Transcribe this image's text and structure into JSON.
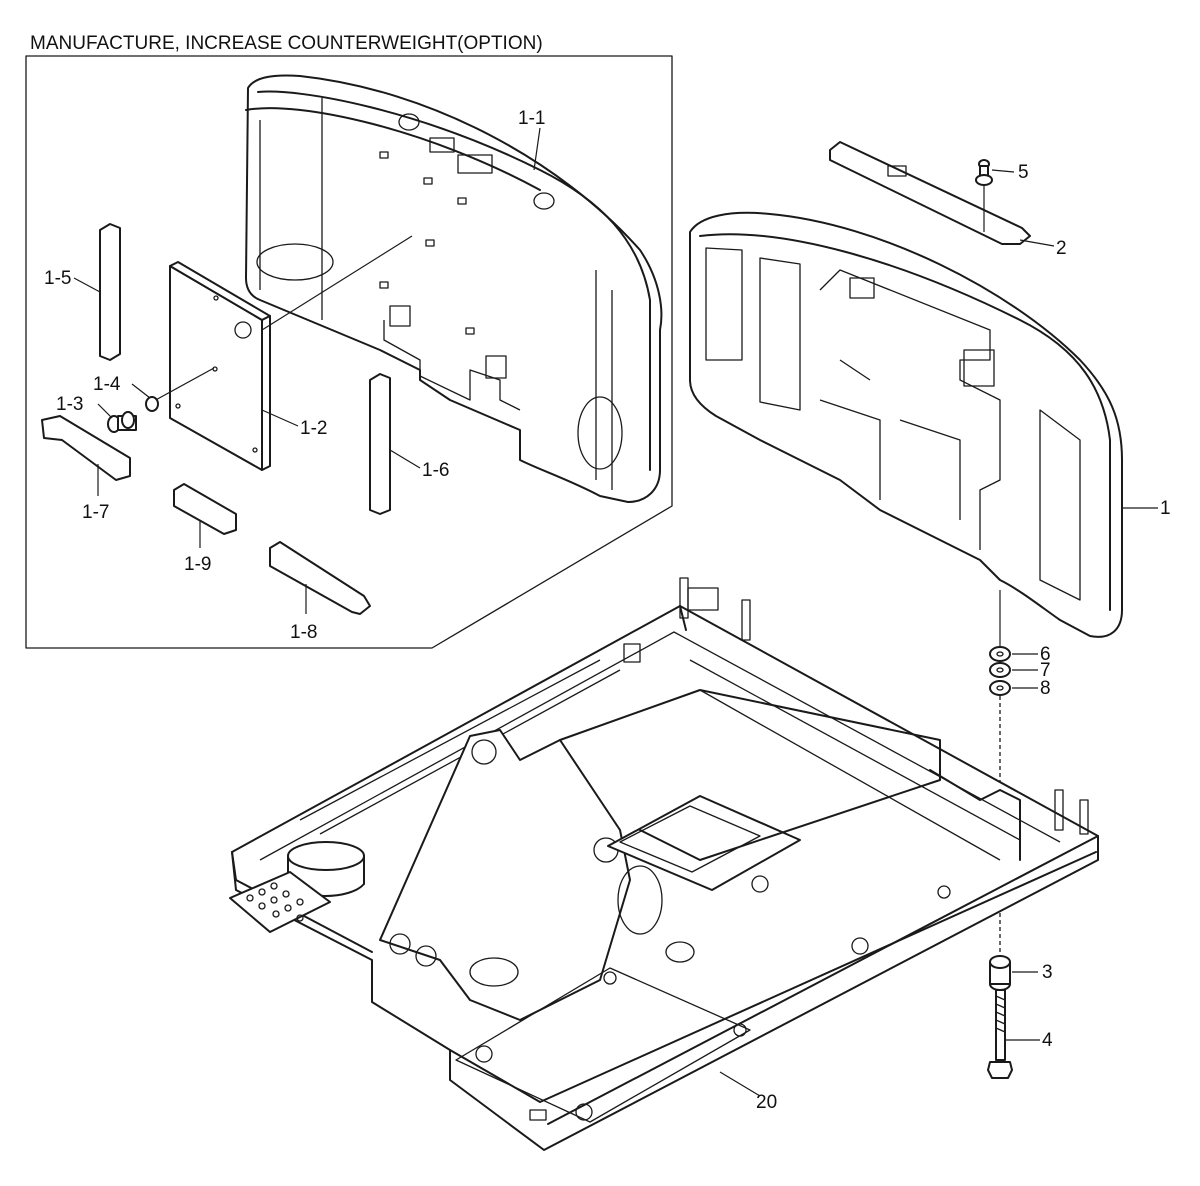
{
  "title": "MANUFACTURE, INCREASE COUNTERWEIGHT(OPTION)",
  "callouts": {
    "c1_1": "1-1",
    "c1_2": "1-2",
    "c1_3": "1-3",
    "c1_4": "1-4",
    "c1_5": "1-5",
    "c1_6": "1-6",
    "c1_7": "1-7",
    "c1_8": "1-8",
    "c1_9": "1-9",
    "c1": "1",
    "c2": "2",
    "c3": "3",
    "c4": "4",
    "c5": "5",
    "c6": "6",
    "c7": "7",
    "c8": "8",
    "c20": "20"
  }
}
